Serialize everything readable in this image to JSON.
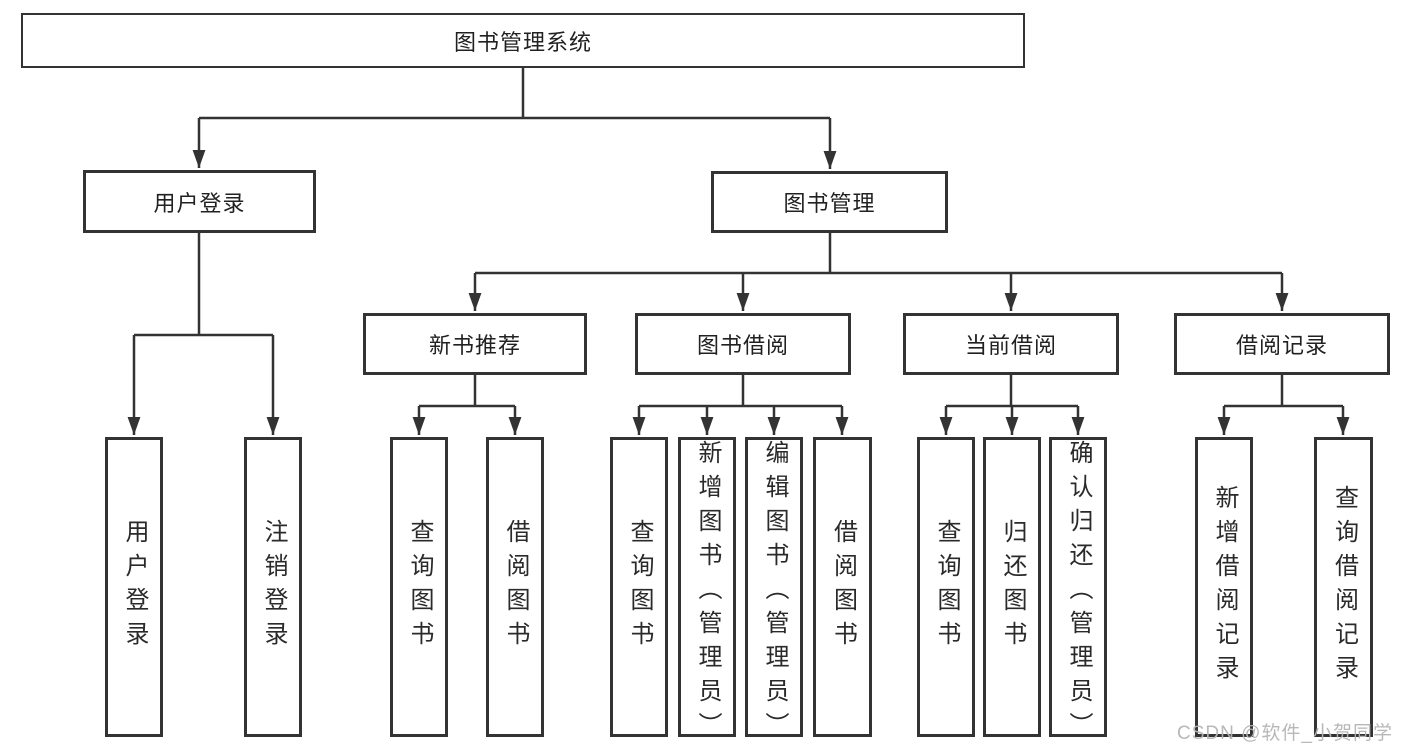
{
  "root": {
    "label": "图书管理系统"
  },
  "level2": [
    {
      "label": "用户登录"
    },
    {
      "label": "图书管理"
    }
  ],
  "level3": [
    {
      "label": "新书推荐"
    },
    {
      "label": "图书借阅"
    },
    {
      "label": "当前借阅"
    },
    {
      "label": "借阅记录"
    }
  ],
  "leaves": [
    {
      "label": "用户登录"
    },
    {
      "label": "注销登录"
    },
    {
      "label": "查询图书"
    },
    {
      "label": "借阅图书"
    },
    {
      "label": "查询图书"
    },
    {
      "label": "新增图书（管理员）"
    },
    {
      "label": "编辑图书（管理员）"
    },
    {
      "label": "借阅图书"
    },
    {
      "label": "查询图书"
    },
    {
      "label": "归还图书"
    },
    {
      "label": "确认归还（管理员）"
    },
    {
      "label": "新增借阅记录"
    },
    {
      "label": "查询借阅记录"
    }
  ],
  "watermark": {
    "text": "CSDN @软件_小贺同学"
  },
  "colors": {
    "line": "#333333",
    "box_background": "#ffffff",
    "text": "#212121",
    "watermark": "#b5b5b5"
  }
}
